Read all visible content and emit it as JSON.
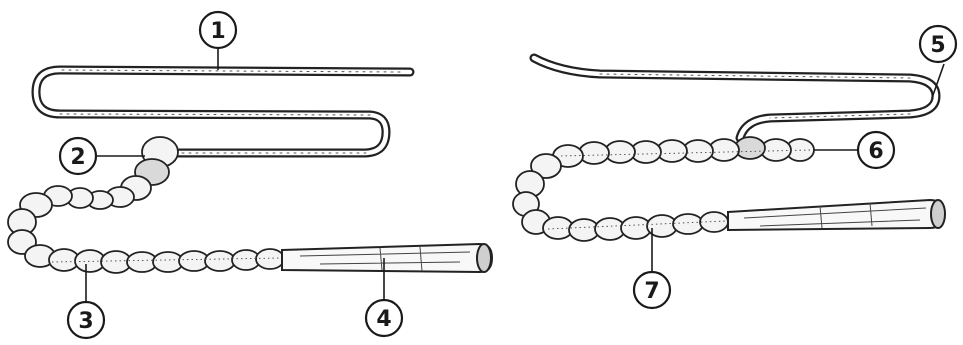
{
  "figure": {
    "callouts": [
      {
        "id": "1",
        "label": "1"
      },
      {
        "id": "2",
        "label": "2"
      },
      {
        "id": "3",
        "label": "3"
      },
      {
        "id": "4",
        "label": "4"
      },
      {
        "id": "5",
        "label": "5"
      },
      {
        "id": "6",
        "label": "6"
      },
      {
        "id": "7",
        "label": "7"
      }
    ]
  }
}
